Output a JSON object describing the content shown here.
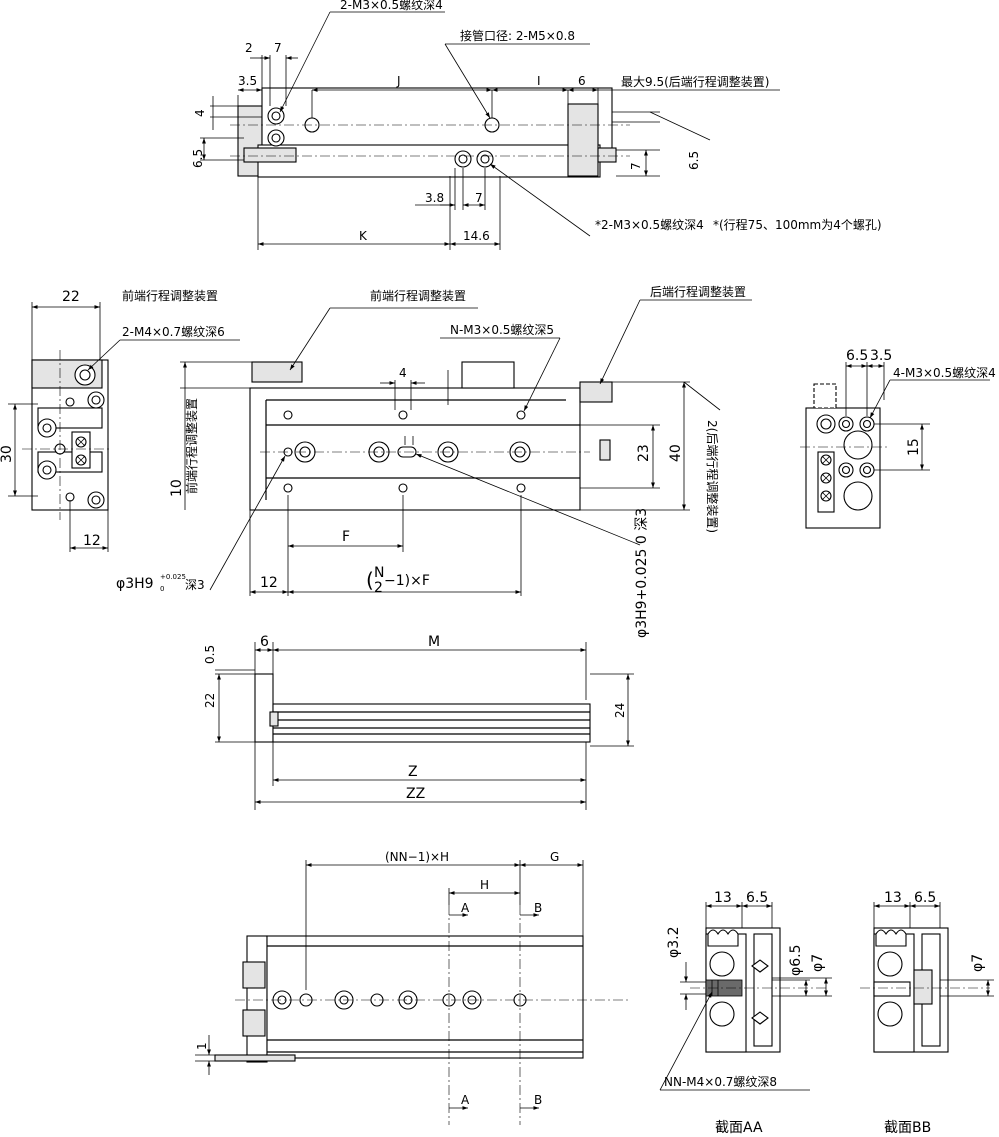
{
  "top_view": {
    "label_tap_front": "2-M3×0.5螺纹深4",
    "label_pipe": "接管口径: 2-M5×0.8",
    "label_max": "最大9.5(后端行程调整装置)",
    "label_tap_rear": "*2-M3×0.5螺纹深4",
    "label_note": "*(行程75、100mm为4个螺孔)",
    "dim_2": "2",
    "dim_7a": "7",
    "dim_35": "3.5",
    "dim_J": "J",
    "dim_I": "I",
    "dim_6": "6",
    "dim_4": "4",
    "dim_65a": "6.5",
    "dim_65b": "6.5",
    "dim_7b": "7",
    "dim_38": "3.8",
    "dim_7c": "7",
    "dim_K": "K",
    "dim_146": "14.6"
  },
  "left_end": {
    "dim_22": "22",
    "label_front_adj": "前端行程调整装置",
    "label_tap": "2-M4×0.7螺纹深6",
    "dim_30": "30",
    "dim_12": "12"
  },
  "plan_view": {
    "label_front_adj": "前端行程调整装置",
    "label_rear_adj": "后端行程调整装置",
    "label_tap": "N-M3×0.5螺纹深5",
    "dim_4": "4",
    "dim_10": "10",
    "label_vertical_front": "前端行程调整装置",
    "dim_23": "23",
    "dim_40": "40",
    "label_vertical_rear": "2(后端行程调整装置)",
    "dim_F": "F",
    "dim_formula_n": "N",
    "dim_formula_2": "2",
    "dim_formula": "−1)×F",
    "dim_formula_open": "(",
    "dim_12": "12",
    "label_pin_left": "φ3H9",
    "label_pin_tol_up": "+0.025",
    "label_pin_tol_low": "0",
    "label_pin_depth": "深3",
    "label_pin_right": "φ3H9+0.025 0 深3"
  },
  "right_end": {
    "dim_65": "6.5",
    "dim_35": "3.5",
    "label_tap": "4-M3×0.5螺纹深4",
    "dim_15": "15"
  },
  "side_view": {
    "dim_6": "6",
    "dim_M": "M",
    "dim_05": "0.5",
    "dim_22": "22",
    "dim_24": "24",
    "dim_Z": "Z",
    "dim_ZZ": "ZZ"
  },
  "bottom_view": {
    "dim_nnh": "(NN−1)×H",
    "dim_G": "G",
    "dim_H": "H",
    "sec_A": "A",
    "sec_B": "B",
    "dim_1": "1"
  },
  "section_aa": {
    "dim_13": "13",
    "dim_65": "6.5",
    "dim_phi32": "φ3.2",
    "dim_phi65": "φ6.5",
    "dim_phi7": "φ7",
    "label_tap": "NN-M4×0.7螺纹深8",
    "title": "截面AA"
  },
  "section_bb": {
    "dim_13": "13",
    "dim_65": "6.5",
    "dim_phi7": "φ7",
    "title": "截面BB"
  }
}
